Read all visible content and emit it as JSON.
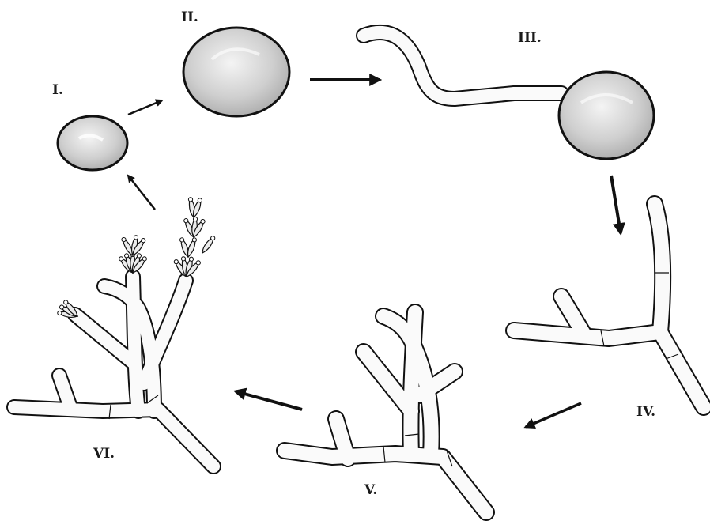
{
  "stages": [
    {
      "label": "I.",
      "icon": "small-spore-icon"
    },
    {
      "label": "II.",
      "icon": "swollen-spore-icon"
    },
    {
      "label": "III.",
      "icon": "germinating-spore-icon"
    },
    {
      "label": "IV.",
      "icon": "branching-hypha-icon"
    },
    {
      "label": "V.",
      "icon": "mycelium-icon"
    },
    {
      "label": "VI.",
      "icon": "conidiophore-icon"
    }
  ]
}
